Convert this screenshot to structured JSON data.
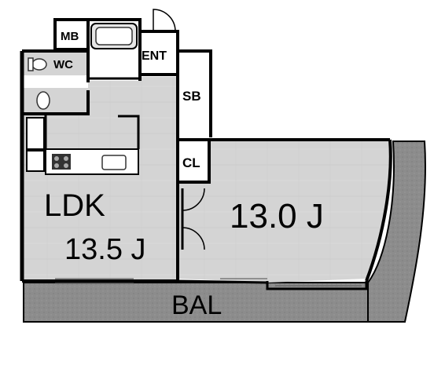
{
  "floorplan": {
    "rooms": {
      "ldk": {
        "name": "LDK",
        "size": "13.5 J"
      },
      "bedroom": {
        "size": "13.0 J"
      },
      "balcony": {
        "name": "BAL"
      },
      "entrance": {
        "name": "ENT"
      },
      "meter_box": {
        "name": "MB"
      },
      "toilet": {
        "name": "WC"
      },
      "shoe_box": {
        "name": "SB"
      },
      "closet": {
        "name": "CL"
      }
    },
    "colors": {
      "floor": "#d4d4d4",
      "balcony": "#8c8c8c",
      "wall": "#000000",
      "light_room": "#ffffff"
    }
  }
}
